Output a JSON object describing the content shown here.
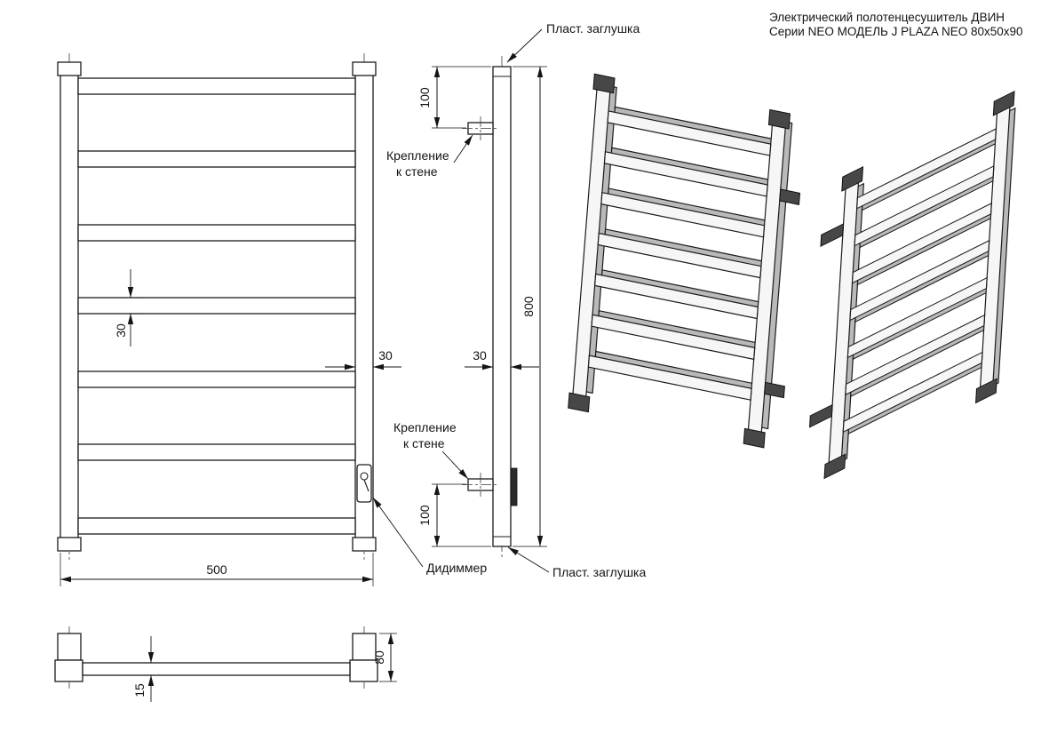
{
  "title": {
    "line1": "Электрический полотенцесушитель ДВИН",
    "line2": "Серии NEO МОДЕЛЬ J PLAZA NEO 80x50x90"
  },
  "labels": {
    "plastic_cap_top": "Пласт. заглушка",
    "plastic_cap_bottom": "Пласт. заглушка",
    "wall_mount_top_line1": "Крепление",
    "wall_mount_top_line2": "к стене",
    "wall_mount_bottom_line1": "Крепление",
    "wall_mount_bottom_line2": "к стене",
    "dimmer": "Дидиммер"
  },
  "dimensions": {
    "overall_width": "500",
    "overall_height": "800",
    "mount_offset_top": "100",
    "mount_offset_bottom": "100",
    "rung_thickness": "30",
    "post_depth_front": "30",
    "post_depth_side": "30",
    "overall_depth": "80",
    "rung_section_depth": "15"
  }
}
